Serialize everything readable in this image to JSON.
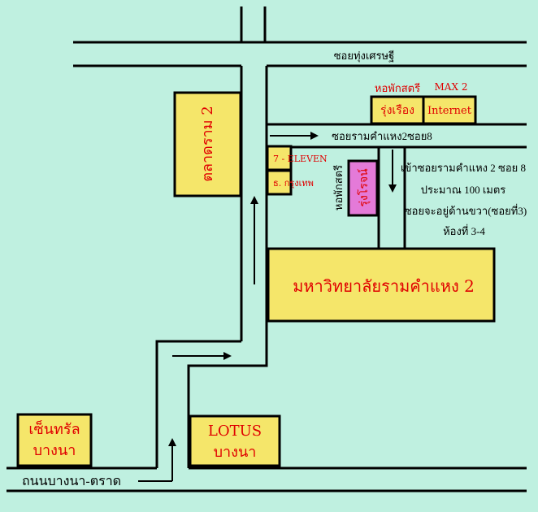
{
  "colors": {
    "background": "#bff0e0",
    "building": "#f5e66a",
    "dorm_highlight": "#e47ad8",
    "label_red": "#e00000",
    "road": "#000000"
  },
  "roads": {
    "soi_thung_setthi": "ซอยทุ่งเศรษฐี",
    "soi_ram_8": "ซอยรามคำแหง2ซอย8",
    "bangna_trat": "ถนนบางนา-ตราด"
  },
  "places": {
    "talad_ram2": "ตลาดราม 2",
    "seven_eleven": "7 - ELEVEN",
    "bank_krungthep": "ธ. กรุงเทพ",
    "dorm_rungruang_caption": "หอพักสตรี",
    "dorm_rungruang": "รุ่งเรือง",
    "max2": "MAX 2",
    "internet": "Internet",
    "dorm_rungroj_caption": "หอพักสตรี",
    "dorm_rungroj": "รุ่งโรจน์",
    "university": "มหาวิทยาลัยรามคำแหง 2",
    "central_line1": "เซ็นทรัล",
    "central_line2": "บางนา",
    "lotus_line1": "LOTUS",
    "lotus_line2": "บางนา"
  },
  "directions": [
    "เข้าซอยรามคำแหง 2 ซอย 8",
    "ประมาณ 100 เมตร",
    "ซอยจะอยู่ด้านขวา(ซอยที่3)",
    "ห้องที่ 3-4"
  ]
}
